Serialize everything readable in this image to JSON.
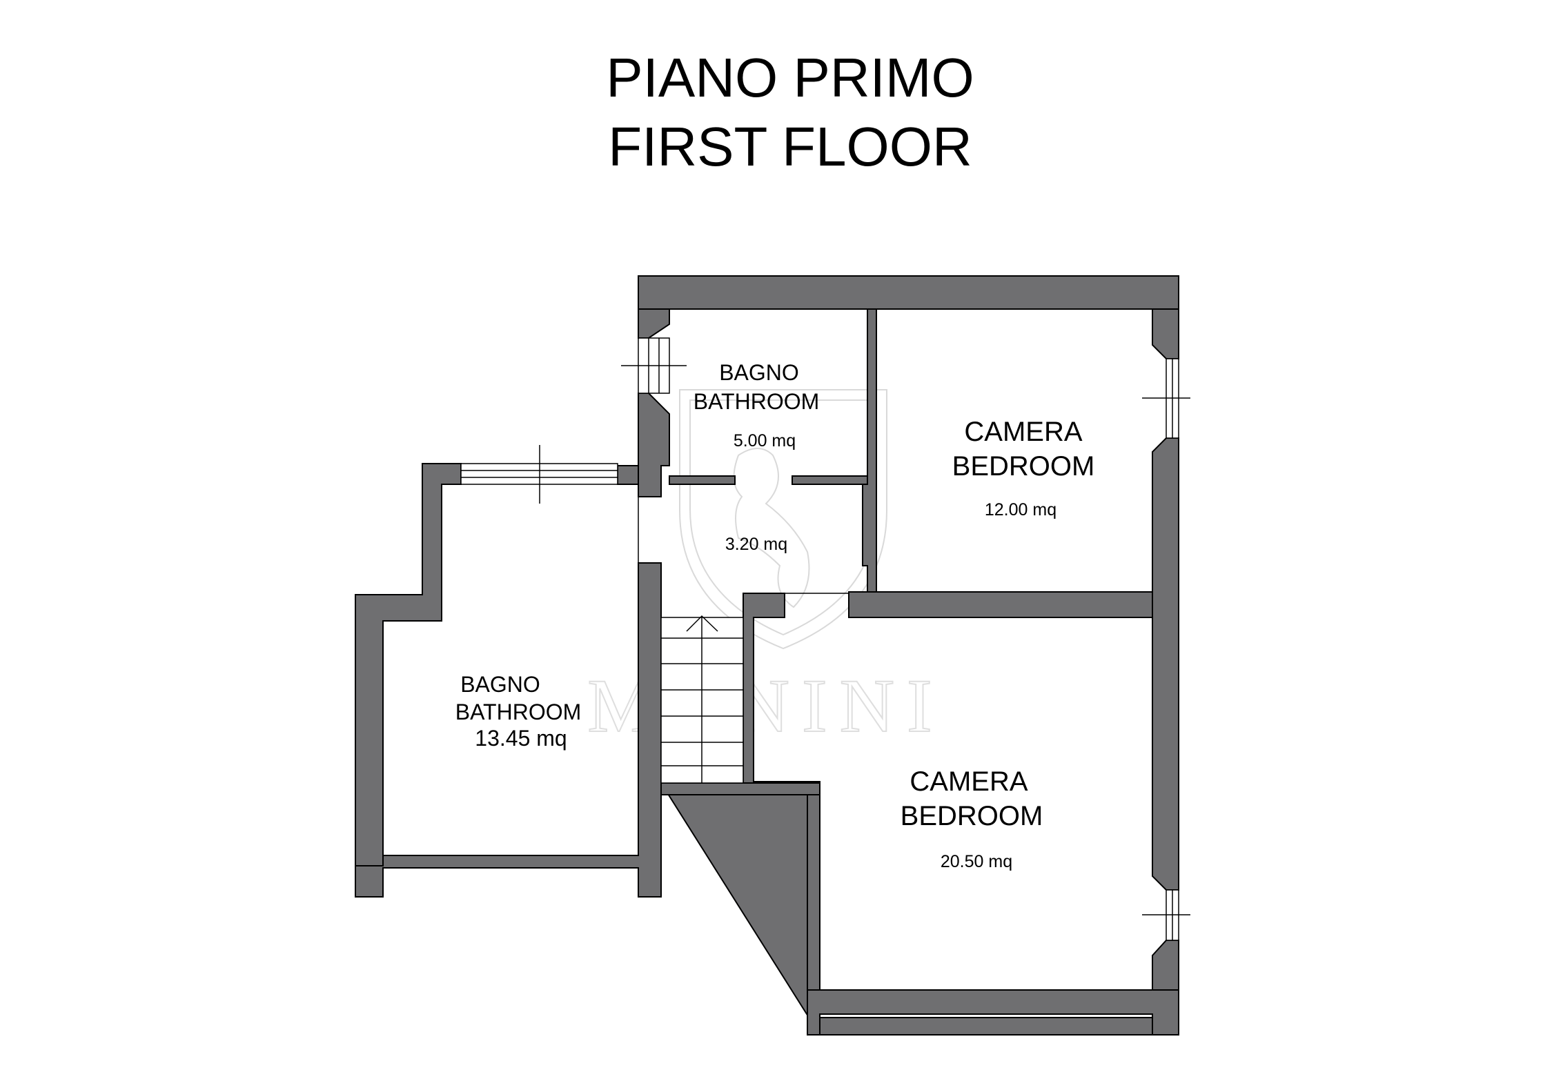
{
  "header": {
    "title_it": "PIANO PRIMO",
    "title_en": "FIRST FLOOR"
  },
  "rooms": {
    "bathroom_small": {
      "name_it": "BAGNO",
      "name_en": "BATHROOM",
      "area": "5.00 mq"
    },
    "landing": {
      "area": "3.20 mq"
    },
    "bedroom_small": {
      "name_it": "CAMERA",
      "name_en": "BEDROOM",
      "area": "12.00 mq"
    },
    "bathroom_large": {
      "name_it": "BAGNO",
      "name_en": "BATHROOM",
      "area": "13.45 mq"
    },
    "bedroom_large": {
      "name_it": "CAMERA",
      "name_en": "BEDROOM",
      "area": "20.50 mq"
    }
  },
  "watermark": {
    "text": "MANINI"
  },
  "colors": {
    "wall": "#6f6f71",
    "background": "#ffffff",
    "line": "#000000"
  }
}
